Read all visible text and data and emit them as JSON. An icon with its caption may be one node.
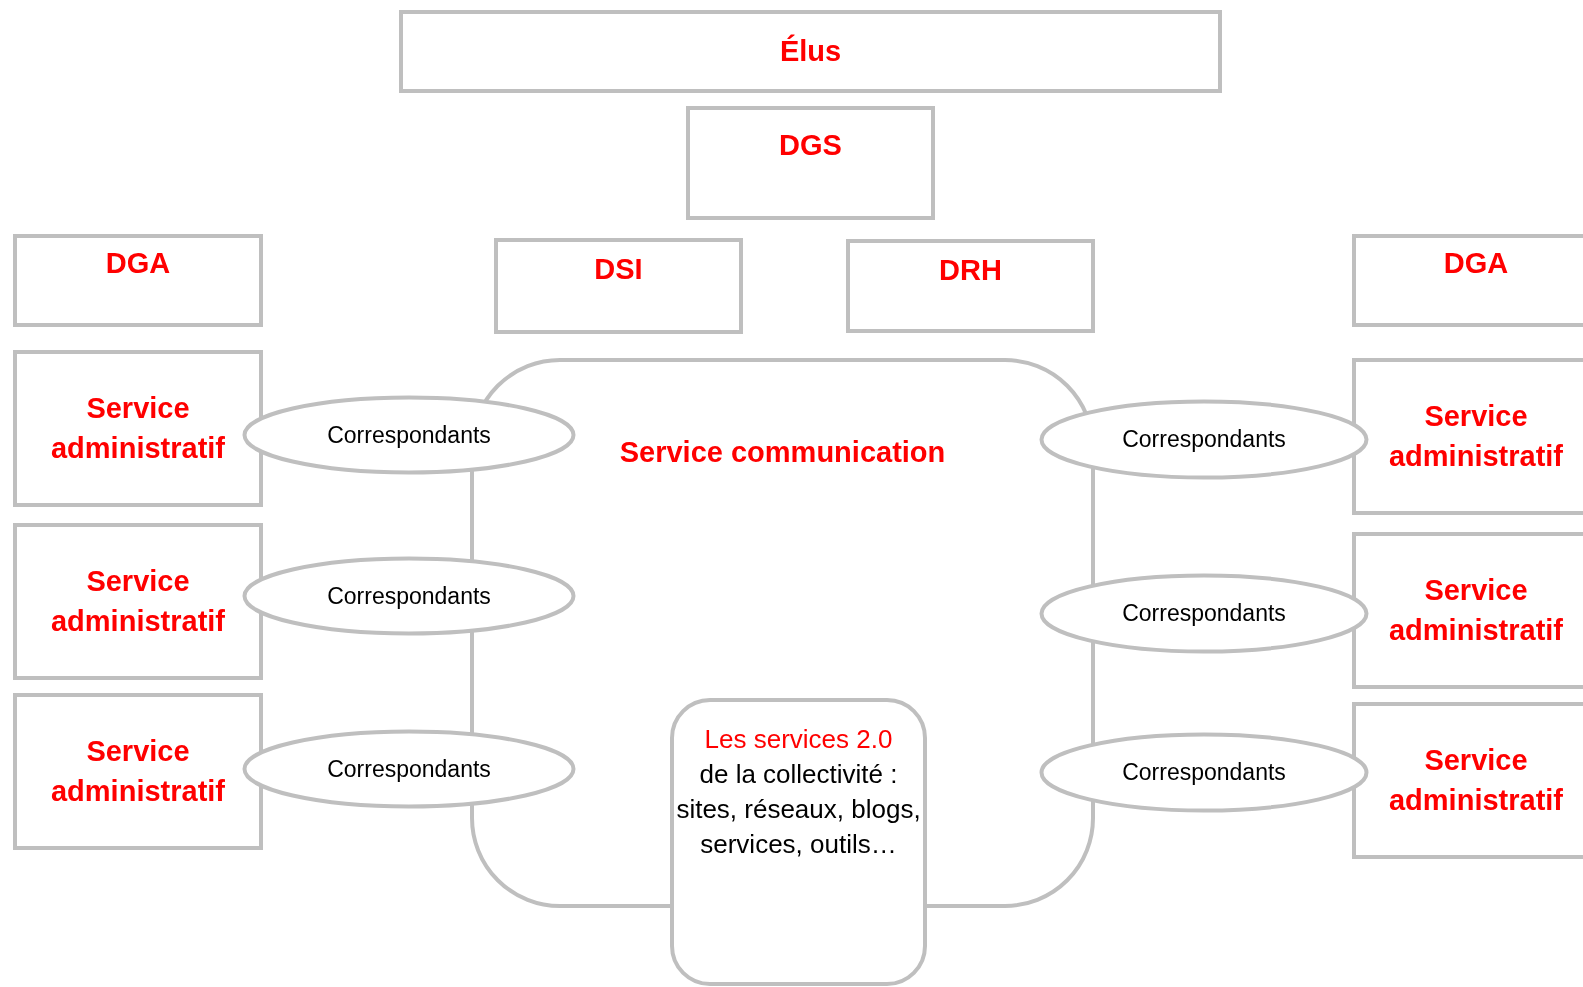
{
  "diagram": {
    "nodes": [
      {
        "text": [
          "Élus"
        ]
      },
      {
        "text": [
          "DGS"
        ]
      },
      {
        "text": [
          "DGA"
        ]
      },
      {
        "text": [
          "DSI"
        ]
      },
      {
        "text": [
          "DRH"
        ]
      },
      {
        "text": [
          "DGA"
        ]
      },
      {
        "text": [
          "Service communication"
        ]
      },
      {
        "text": [
          "Les services 2.0",
          "de la collectivité : sites, réseaux, blogs, services, outils…"
        ]
      },
      {
        "text": [
          "Service administratif"
        ]
      },
      {
        "text": [
          "Service administratif"
        ]
      },
      {
        "text": [
          "Service administratif"
        ]
      },
      {
        "text": [
          "Correspondants"
        ]
      },
      {
        "text": [
          "Correspondants"
        ]
      },
      {
        "text": [
          "Correspondants"
        ]
      },
      {
        "text": [
          "Correspondants"
        ]
      },
      {
        "text": [
          "Correspondants"
        ]
      },
      {
        "text": [
          "Correspondants"
        ]
      },
      {
        "text": [
          "Service administratif"
        ]
      },
      {
        "text": [
          "Service administratif"
        ]
      },
      {
        "text": [
          "Service administratif"
        ]
      }
    ],
    "edges": []
  }
}
